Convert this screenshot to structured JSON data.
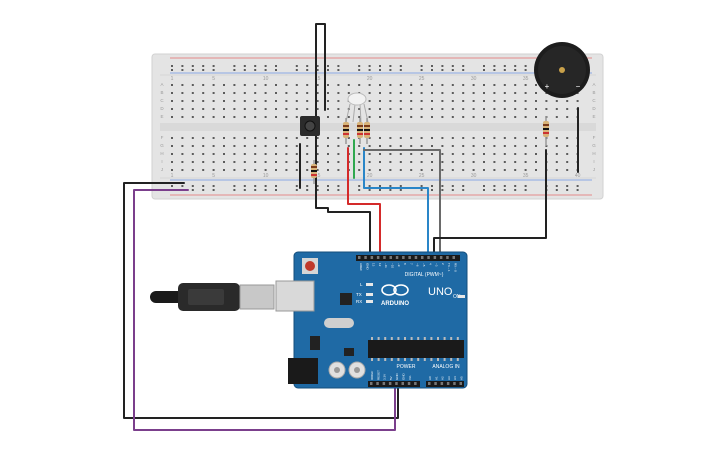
{
  "breadboard": {
    "column_labels_top": [
      "1",
      "5",
      "10",
      "15",
      "20",
      "25",
      "30",
      "35",
      "40"
    ],
    "column_labels_bottom": [
      "1",
      "5",
      "10",
      "15",
      "20",
      "25",
      "30",
      "35",
      "40"
    ],
    "row_labels_left": [
      "A",
      "B",
      "C",
      "D",
      "E",
      "F",
      "G",
      "H",
      "I",
      "J"
    ],
    "row_labels_right": [
      "A",
      "B",
      "C",
      "D",
      "E",
      "F",
      "G",
      "H",
      "I",
      "J"
    ]
  },
  "buzzer": {
    "plus_label": "+",
    "minus_label": "−"
  },
  "arduino": {
    "brand": "ARDUINO",
    "model": "UNO",
    "digital_header": "DIGITAL (PWM~)",
    "power_header": "POWER",
    "analog_header": "ANALOG IN",
    "led_labels": [
      "L",
      "TX",
      "RX"
    ],
    "on_label": "ON",
    "digital_pins": [
      "AREF",
      "GND",
      "13",
      "12",
      "~11",
      "~10",
      "~9",
      "8",
      "7",
      "~6",
      "~5",
      "4",
      "~3",
      "2",
      "TX→1",
      "RX←0"
    ],
    "power_pins": [
      "IOREF",
      "RESET",
      "3.3V",
      "5V",
      "GND",
      "GND",
      "Vin"
    ],
    "analog_pins": [
      "A0",
      "A1",
      "A2",
      "A3",
      "A4",
      "A5"
    ]
  },
  "colors": {
    "breadboard": "#e6e6e6",
    "board": "#1f6aa5",
    "wire_black": "#222222",
    "wire_purple": "#7b3f8c",
    "wire_red": "#d42a2a",
    "wire_blue": "#2a86c8",
    "wire_gray": "#777777",
    "wire_green": "#2fa84f"
  }
}
